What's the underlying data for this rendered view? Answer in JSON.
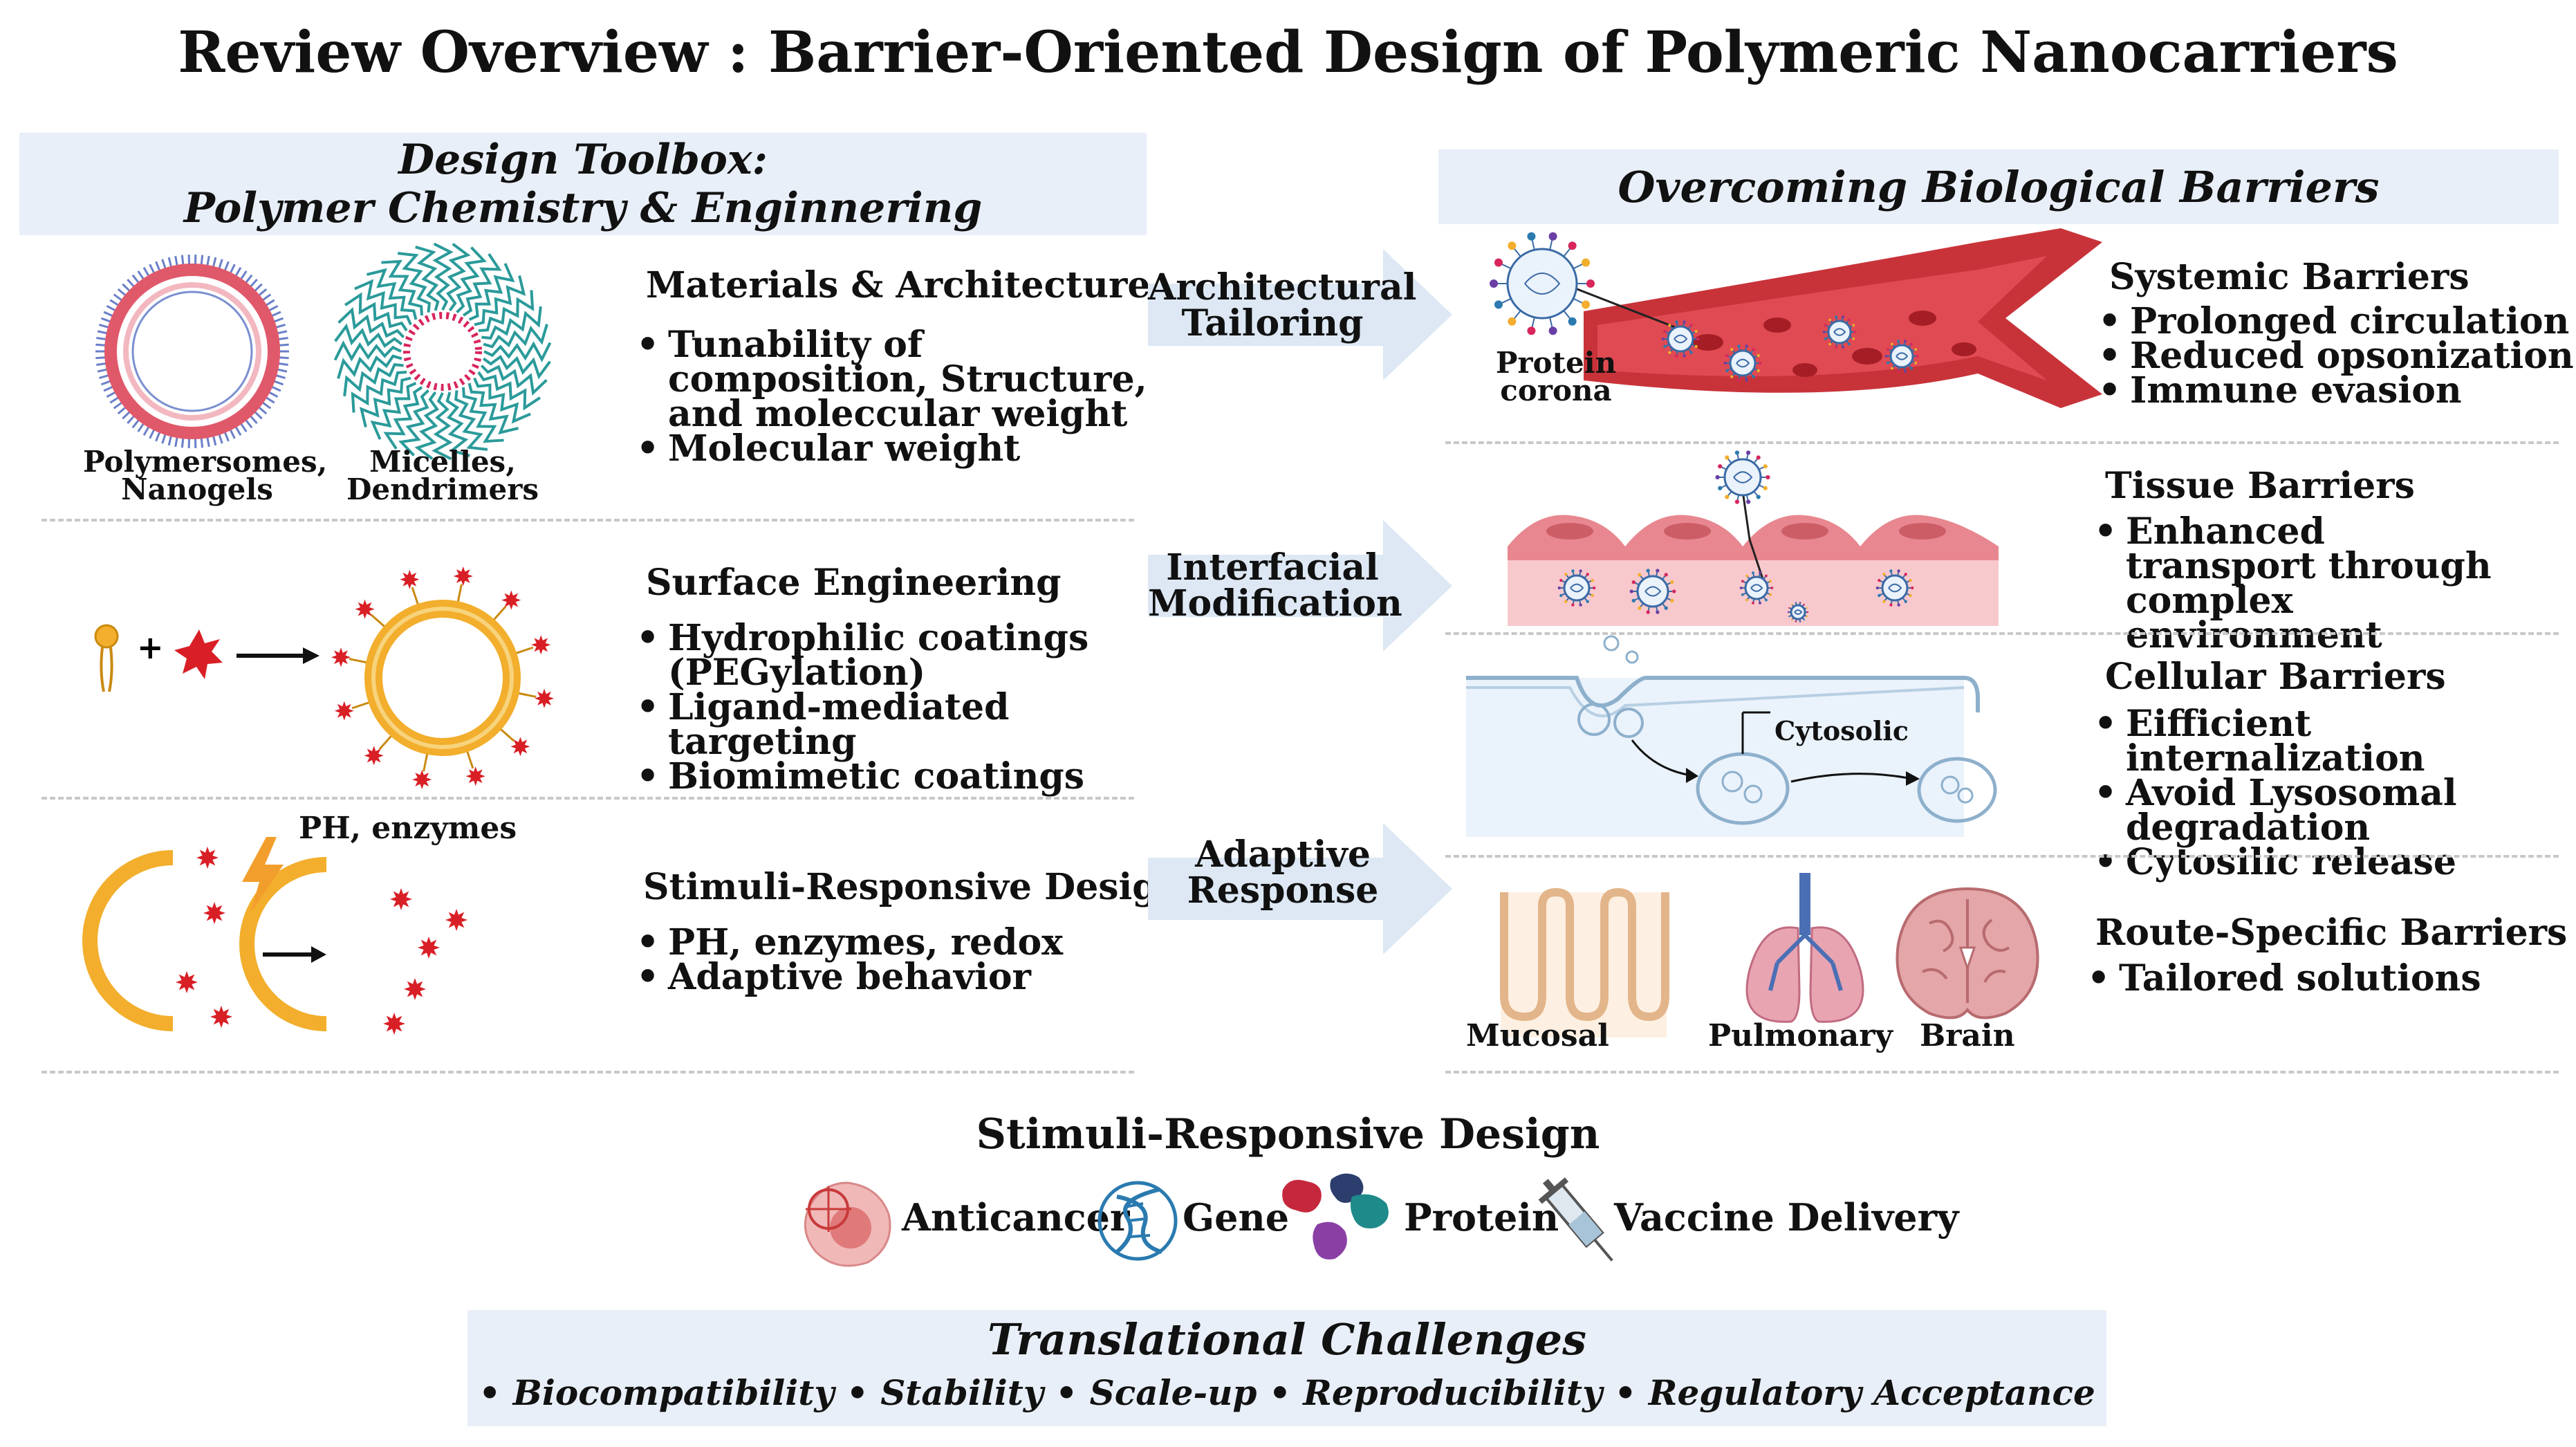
{
  "title": "Review Overview : Barrier-Oriented Design of Polymeric Nanocarriers",
  "left_header": {
    "line1": "Design Toolbox:",
    "line2": "Polymer Chemistry & Enginnering"
  },
  "right_header": "Overcoming Biological Barriers",
  "materials": {
    "label1": "Polymersomes,",
    "label1b": "Nanogels",
    "label2": "Micelles,",
    "label2b": "Dendrimers",
    "heading": "Materials & Architecture",
    "bullets": [
      "Tunability of composition, Structure, and moleccular weight",
      "Molecular weight"
    ]
  },
  "surface": {
    "heading": "Surface Engineering",
    "plus": "+",
    "bullets": [
      "Hydrophilic coatings (PEGylation)",
      "Ligand-mediated targeting",
      "Biomimetic coatings"
    ]
  },
  "stimuli": {
    "trigger_label": "PH, enzymes",
    "heading": "Stimuli-Responsive Design",
    "bullets": [
      "PH, enzymes, redox",
      "Adaptive behavior"
    ]
  },
  "arrows": {
    "a1": [
      "Architectural",
      "Tailoring"
    ],
    "a2": [
      "Interfacial",
      "Modification"
    ],
    "a3": [
      "Adaptive",
      "Response"
    ]
  },
  "systemic": {
    "corona_label": [
      "Protein",
      "corona"
    ],
    "heading": "Systemic Barriers",
    "bullets": [
      "Prolonged circulation",
      "Reduced opsonization",
      "Immune evasion"
    ]
  },
  "tissue": {
    "heading": "Tissue Barriers",
    "bullets": [
      "Enhanced transport through complex environment"
    ]
  },
  "cellular": {
    "cytosolic_label": "Cytosolic",
    "heading": "Cellular Barriers",
    "bullets": [
      "Eifficient internalization",
      "Avoid Lysosomal degradation",
      "Cytosilic release"
    ]
  },
  "route": {
    "labels": [
      "Mucosal",
      "Pulmonary",
      "Brain"
    ],
    "heading": "Route-Specific Barriers",
    "bullets": [
      "Tailored solutions"
    ]
  },
  "applications": {
    "title": "Stimuli-Responsive Design",
    "items": [
      "Anticancer",
      "Gene",
      "Protein",
      "Vaccine Delivery"
    ]
  },
  "translational": {
    "title": "Translational Challenges",
    "line": "•  Biocompatibility • Stability  • Scale-up • Reproducibility • Regulatory Acceptance"
  },
  "colors": {
    "band": "#e9eff8",
    "vessel": "#c8333a",
    "membrane_orange": "#f2ae2c",
    "ligand_red": "#d91f26",
    "arrow_fill": "#dde8f4",
    "teal": "#2b9a9a",
    "pink": "#d8265d"
  }
}
